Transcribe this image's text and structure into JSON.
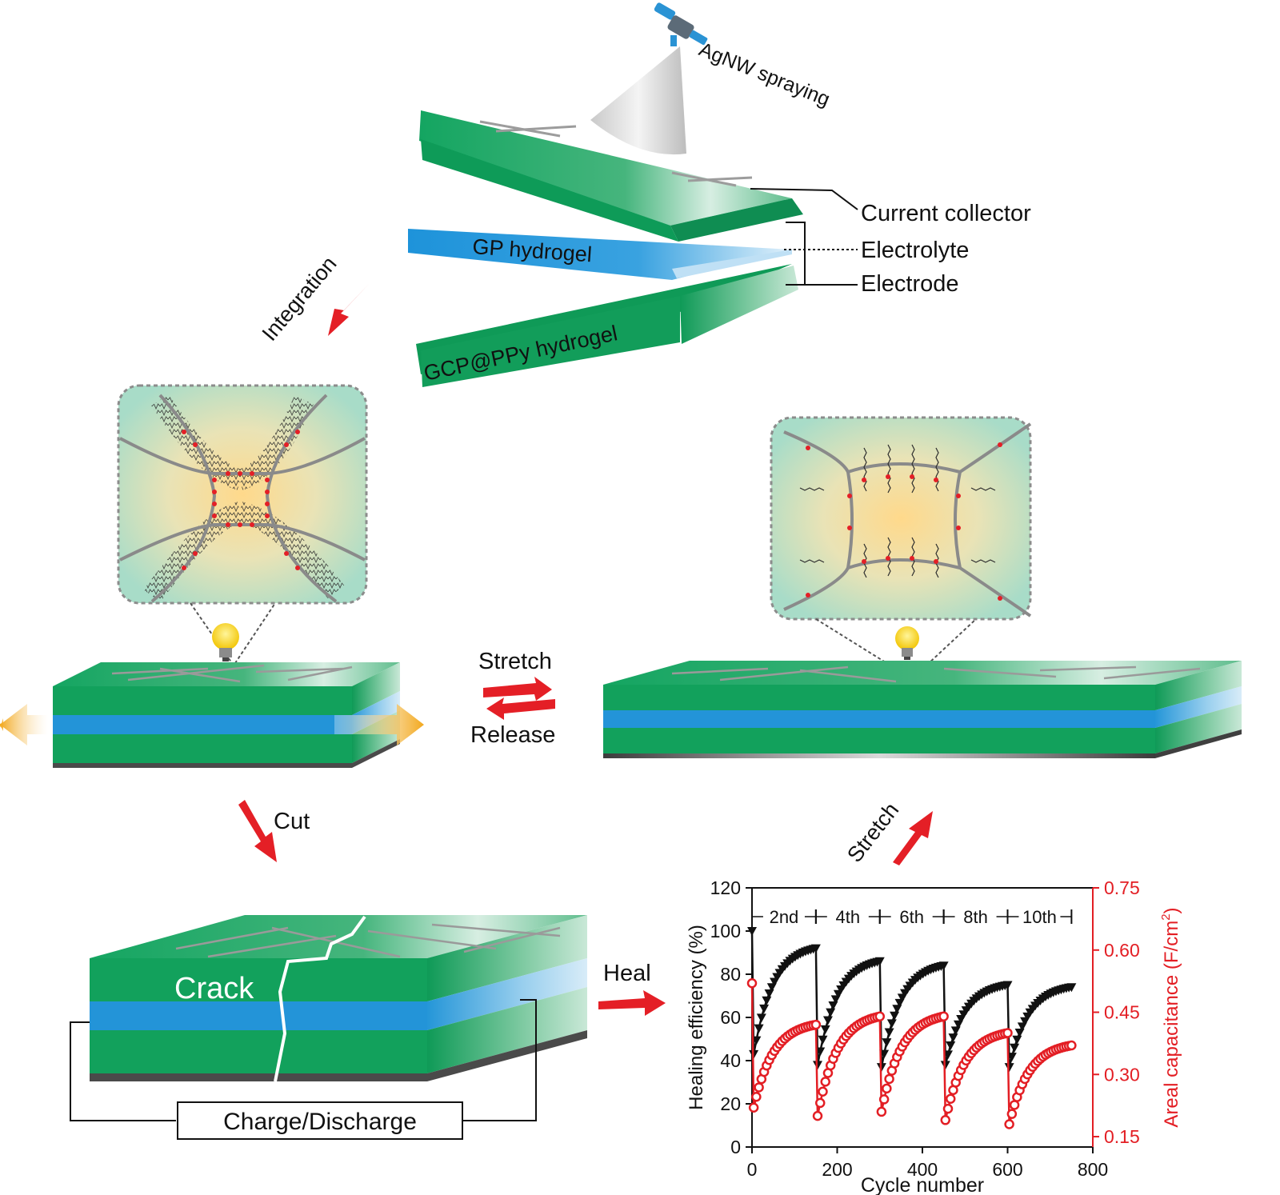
{
  "colors": {
    "green": "#12a35e",
    "blue": "#2394d8",
    "red_arrow": "#e41f26",
    "black_series": "#111111",
    "red_series": "#e31e24"
  },
  "labels": {
    "spraying": "AgNW spraying",
    "gp_hydrogel": "GP hydrogel",
    "gcp_hydrogel": "GCP@PPy hydrogel",
    "current_collector": "Current collector",
    "electrolyte": "Electrolyte",
    "electrode": "Electrode",
    "integration": "Integration",
    "stretch": "Stretch",
    "release": "Release",
    "cut": "Cut",
    "crack": "Crack",
    "heal": "Heal",
    "stretch2": "Stretch",
    "charge_discharge": "Charge/Discharge"
  },
  "chart_data": {
    "type": "scatter",
    "xlabel": "Cycle number",
    "ylabel_left": "Healing efficiency (%)",
    "ylabel_right": "Areal capacitance (F/cm",
    "ylabel_right_sup": "2",
    "ylabel_right_tail": ")",
    "xlim": [
      0,
      800
    ],
    "ylim_left": [
      0,
      120
    ],
    "ylim_right": [
      0.125,
      0.75
    ],
    "x_ticks": [
      "0",
      "200",
      "400",
      "600",
      "800"
    ],
    "left_ticks": [
      "0",
      "20",
      "40",
      "60",
      "80",
      "100",
      "120"
    ],
    "right_ticks": [
      "0.15",
      "0.30",
      "0.45",
      "0.60",
      "0.75"
    ],
    "segments": [
      "2nd",
      "4th",
      "6th",
      "8th",
      "10th"
    ],
    "series": [
      {
        "axis": "left",
        "marker": "triangle-down",
        "cycles": [
          {
            "x0": 0,
            "x1": 150,
            "peak": 100,
            "low": 43,
            "high": 92
          },
          {
            "x0": 150,
            "x1": 300,
            "low": 38,
            "high": 86
          },
          {
            "x0": 300,
            "x1": 450,
            "low": 37,
            "high": 84
          },
          {
            "x0": 450,
            "x1": 600,
            "low": 38,
            "high": 75
          },
          {
            "x0": 600,
            "x1": 750,
            "low": 37,
            "high": 74
          }
        ]
      },
      {
        "axis": "right",
        "marker": "circle",
        "cycles": [
          {
            "x0": 0,
            "x1": 150,
            "peak": 0.52,
            "low": 0.22,
            "high": 0.42
          },
          {
            "x0": 150,
            "x1": 300,
            "low": 0.2,
            "high": 0.44
          },
          {
            "x0": 300,
            "x1": 450,
            "low": 0.21,
            "high": 0.44
          },
          {
            "x0": 450,
            "x1": 600,
            "low": 0.19,
            "high": 0.4
          },
          {
            "x0": 600,
            "x1": 750,
            "low": 0.18,
            "high": 0.37
          }
        ]
      }
    ]
  }
}
